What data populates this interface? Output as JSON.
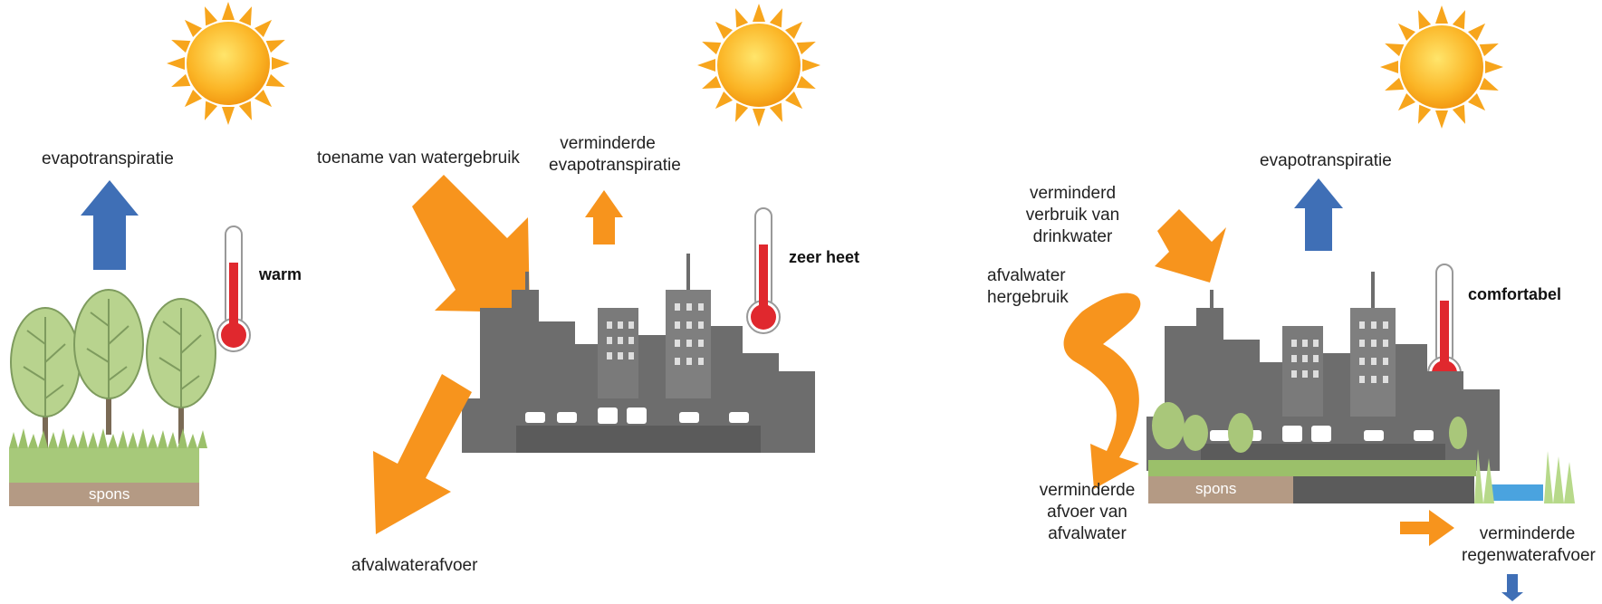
{
  "panel_left": {
    "evap_label": "evapotranspiratie",
    "temp_label": "warm",
    "ground_label": "spons"
  },
  "panel_middle": {
    "water_use_label": "toename van watergebruik",
    "evap_label": "verminderde evapotranspiratie",
    "temp_label": "zeer heet",
    "runoff_label": "afvalwaterafvoer"
  },
  "panel_right": {
    "evap_label": "evapotranspiratie",
    "drinkwater_label": "verminderd verbruik van drinkwater",
    "reuse_label": "afvalwater hergebruik",
    "temp_label": "comfortabel",
    "sewage_label": "verminderde afvoer van afvalwater",
    "ground_label": "spons",
    "rain_label": "verminderde regenwaterafvoer"
  },
  "colors": {
    "orange": "#F7941D",
    "blue": "#3F6FB6",
    "city": "#6D6D6D",
    "thermo_red": "#E0282E",
    "soil": "#B49A84",
    "grass": "#8BC34A",
    "water": "#4AA3DF"
  }
}
